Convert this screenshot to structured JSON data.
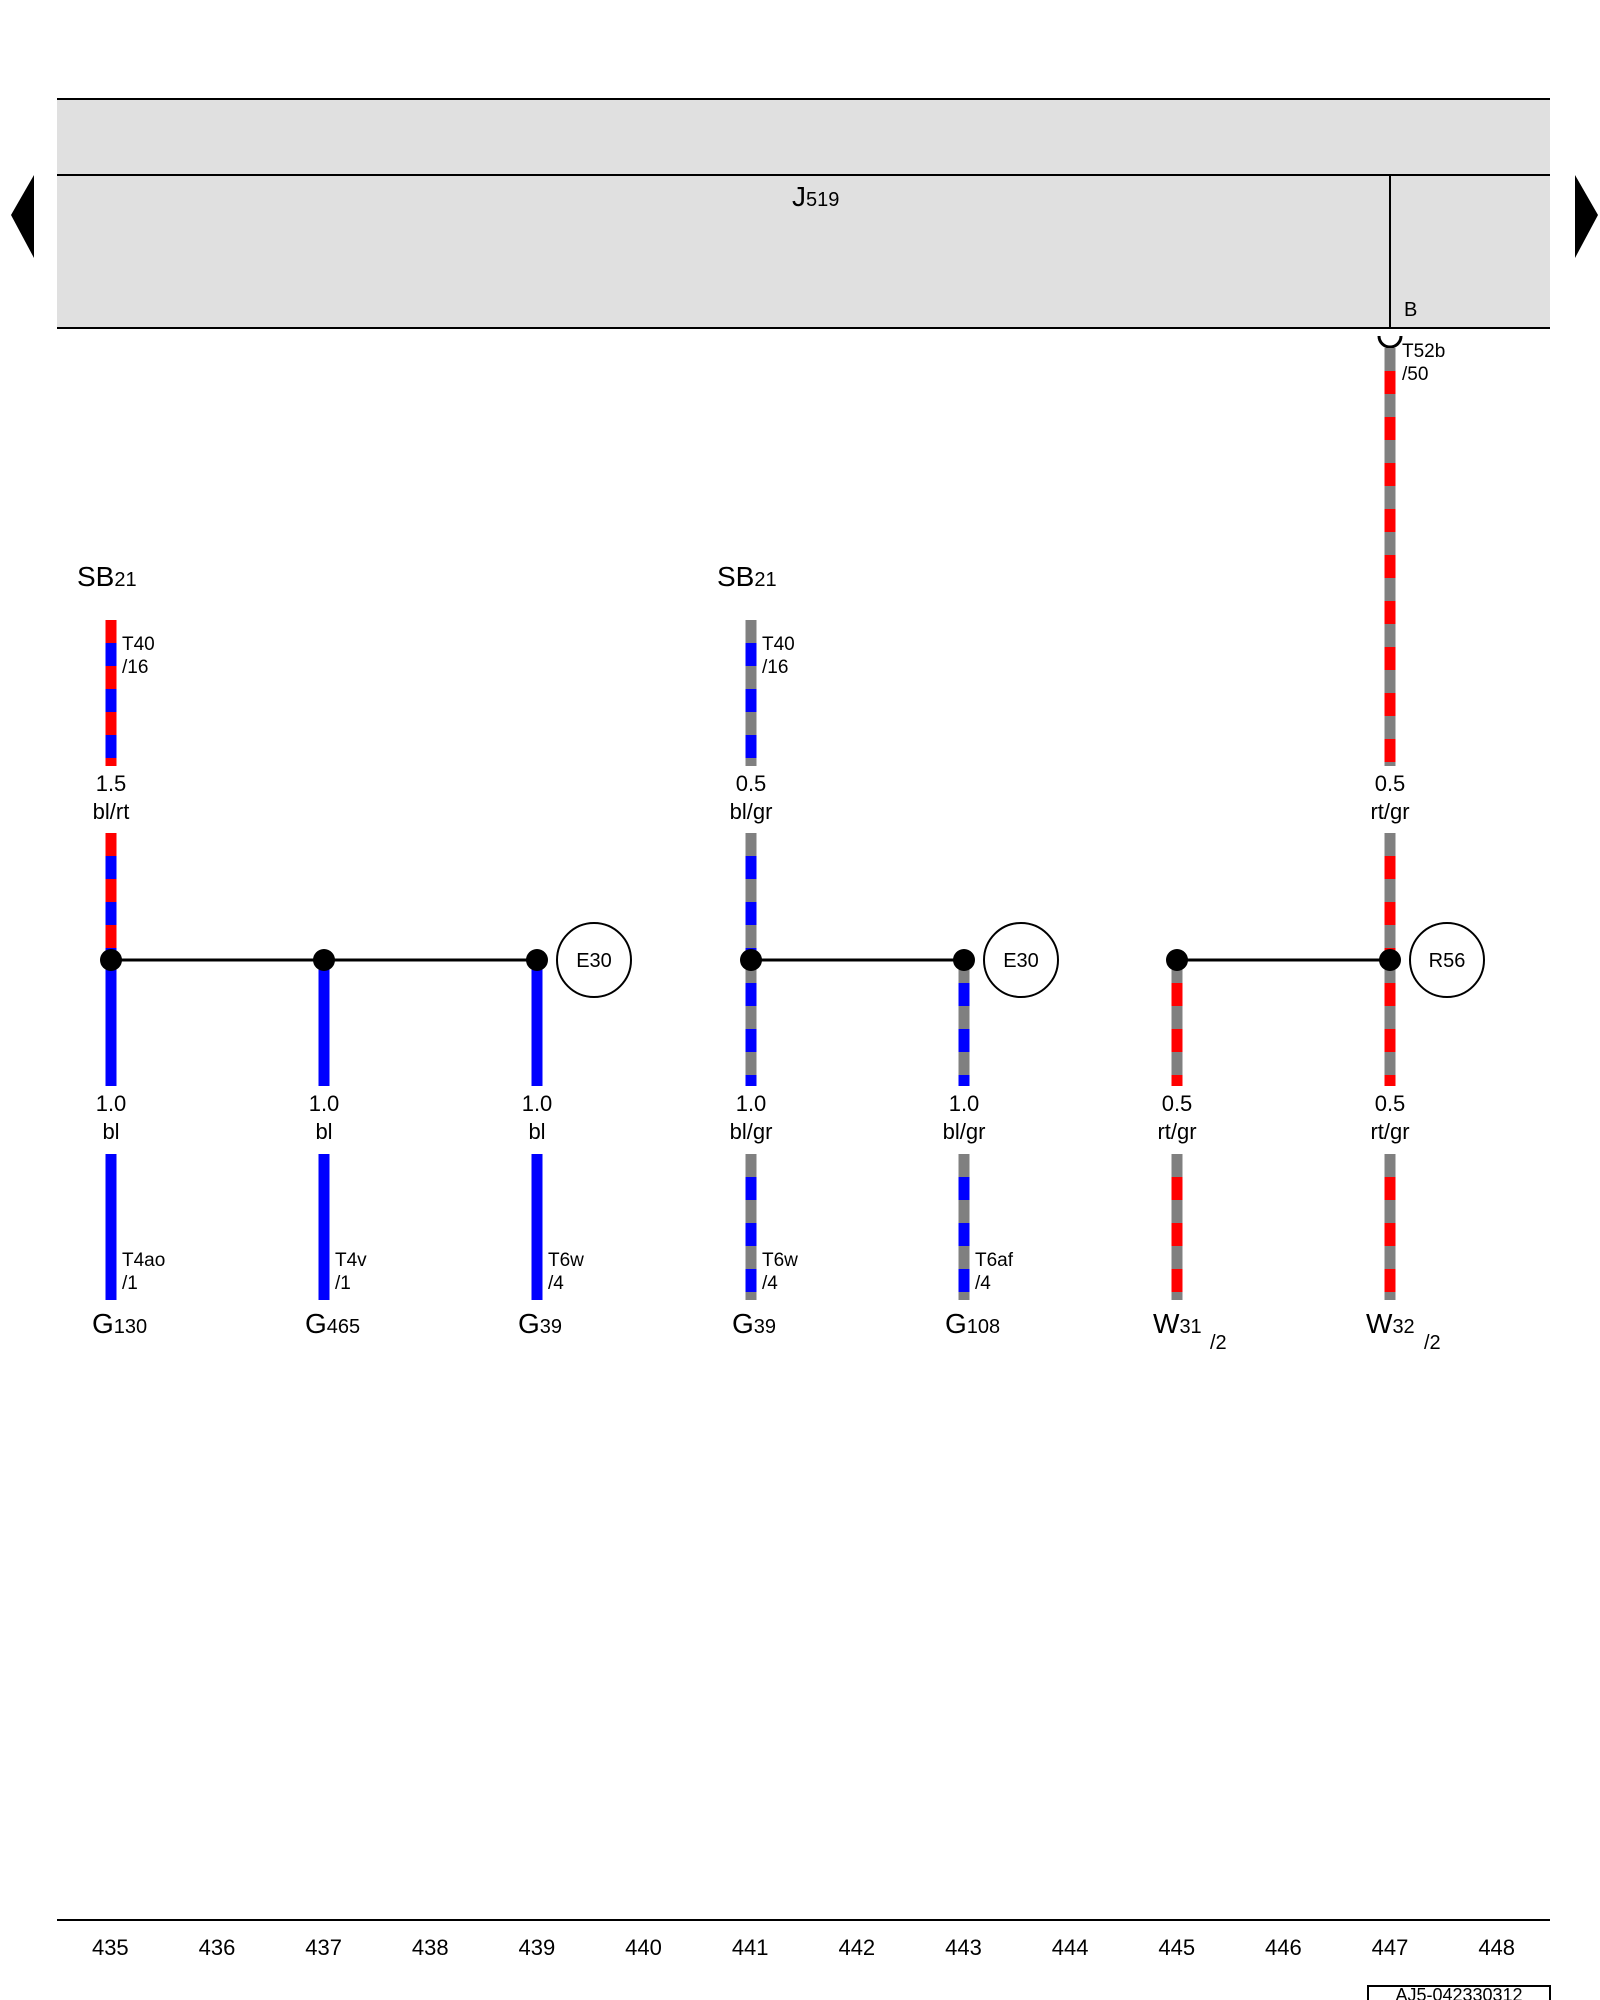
{
  "control_unit": {
    "name": "J",
    "sub": "519"
  },
  "pin_b": "B",
  "top_connector": {
    "name": "T52b",
    "pin": "/50"
  },
  "colors": {
    "blue": "#0000ff",
    "red": "#ff0000",
    "gray": "#808080",
    "panel": "#e0e0e0"
  },
  "fuses": [
    {
      "name": "SB",
      "sub": "21",
      "connector": "T40",
      "pin": "/16",
      "size": "1.5",
      "color_code": "bl/rt"
    },
    {
      "name": "SB",
      "sub": "21",
      "connector": "T40",
      "pin": "/16",
      "size": "0.5",
      "color_code": "bl/gr"
    }
  ],
  "feed_right": {
    "size": "0.5",
    "color_code": "rt/gr"
  },
  "circles": [
    "E30",
    "E30",
    "R56"
  ],
  "branches": [
    {
      "size": "1.0",
      "color_code": "bl",
      "connector": "T4ao",
      "pin": "/1",
      "component": "G",
      "sub": "130",
      "extra": ""
    },
    {
      "size": "1.0",
      "color_code": "bl",
      "connector": "T4v",
      "pin": "/1",
      "component": "G",
      "sub": "465",
      "extra": ""
    },
    {
      "size": "1.0",
      "color_code": "bl",
      "connector": "T6w",
      "pin": "/4",
      "component": "G",
      "sub": "39",
      "extra": ""
    },
    {
      "size": "1.0",
      "color_code": "bl/gr",
      "connector": "T6w",
      "pin": "/4",
      "component": "G",
      "sub": "39",
      "extra": ""
    },
    {
      "size": "1.0",
      "color_code": "bl/gr",
      "connector": "T6af",
      "pin": "/4",
      "component": "G",
      "sub": "108",
      "extra": ""
    },
    {
      "size": "0.5",
      "color_code": "rt/gr",
      "connector": "",
      "pin": "",
      "component": "W",
      "sub": "31",
      "extra": "/2"
    },
    {
      "size": "0.5",
      "color_code": "rt/gr",
      "connector": "",
      "pin": "",
      "component": "W",
      "sub": "32",
      "extra": "/2"
    }
  ],
  "column_numbers": [
    "435",
    "436",
    "437",
    "438",
    "439",
    "440",
    "441",
    "442",
    "443",
    "444",
    "445",
    "446",
    "447",
    "448"
  ],
  "document_id": "AJ5-042330312"
}
